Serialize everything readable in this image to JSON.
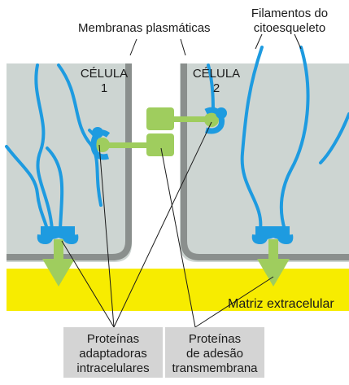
{
  "labels": {
    "membranes": "Membranas plasmáticas",
    "filaments_line1": "Filamentos do",
    "filaments_line2": "citoesqueleto",
    "cell1_line1": "CÉLULA",
    "cell1_line2": "1",
    "cell2_line1": "CÉLULA",
    "cell2_line2": "2",
    "matrix": "Matriz extracelular",
    "adaptor_line1": "Proteínas",
    "adaptor_line2": "adaptadoras",
    "adaptor_line3": "intracelulares",
    "adhesion_line1": "Proteínas",
    "adhesion_line2": "de adesão",
    "adhesion_line3": "transmembrana"
  },
  "colors": {
    "cell_fill": "#cdd5d2",
    "membrane": "#8a8f8d",
    "filament": "#1e9be0",
    "adaptor": "#1e9be0",
    "adhesion_protein": "#9fcd5e",
    "matrix": "#f7ec00",
    "callout_box": "#d4d4d4"
  }
}
